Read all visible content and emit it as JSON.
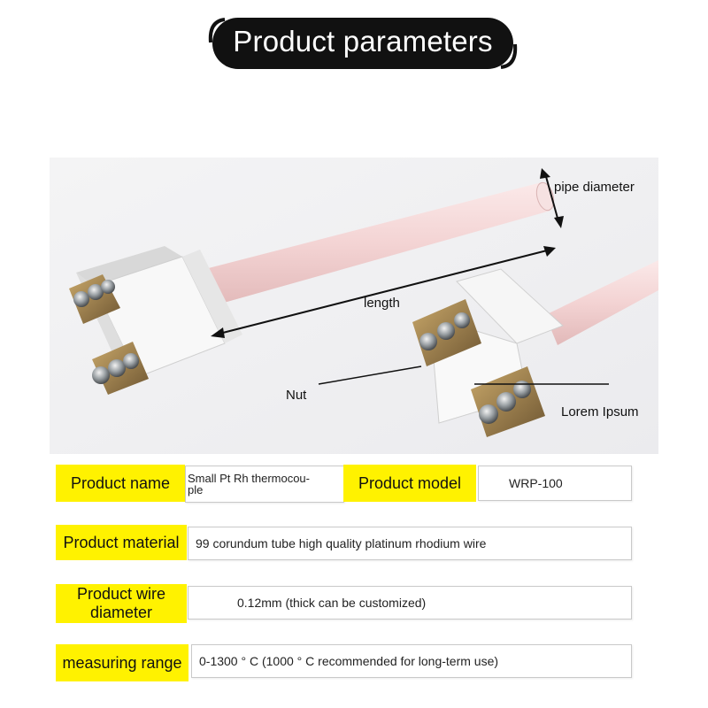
{
  "title": "Product parameters",
  "callouts": {
    "pipe_diameter": "pipe diameter",
    "length": "length",
    "nut": "Nut",
    "lorem": "Lorem Ipsum"
  },
  "table": {
    "product_name_label": "Product name",
    "product_name_value_line1": "Small Pt Rh thermocou-",
    "product_name_value_line2": "ple",
    "product_model_label": "Product model",
    "product_model_value": "WRP-100",
    "material_label": "Product material",
    "material_value": "99 corundum tube high quality platinum rhodium wire",
    "wire_label_line1": "Product wire",
    "wire_label_line2": "diameter",
    "wire_value": "0.12mm (thick can be customized)",
    "range_label": "measuring range",
    "range_value": "0-1300 ° C (1000 ° C recommended for long-term use)"
  },
  "colors": {
    "label_highlight": "#fff200",
    "banner": "#111111"
  }
}
